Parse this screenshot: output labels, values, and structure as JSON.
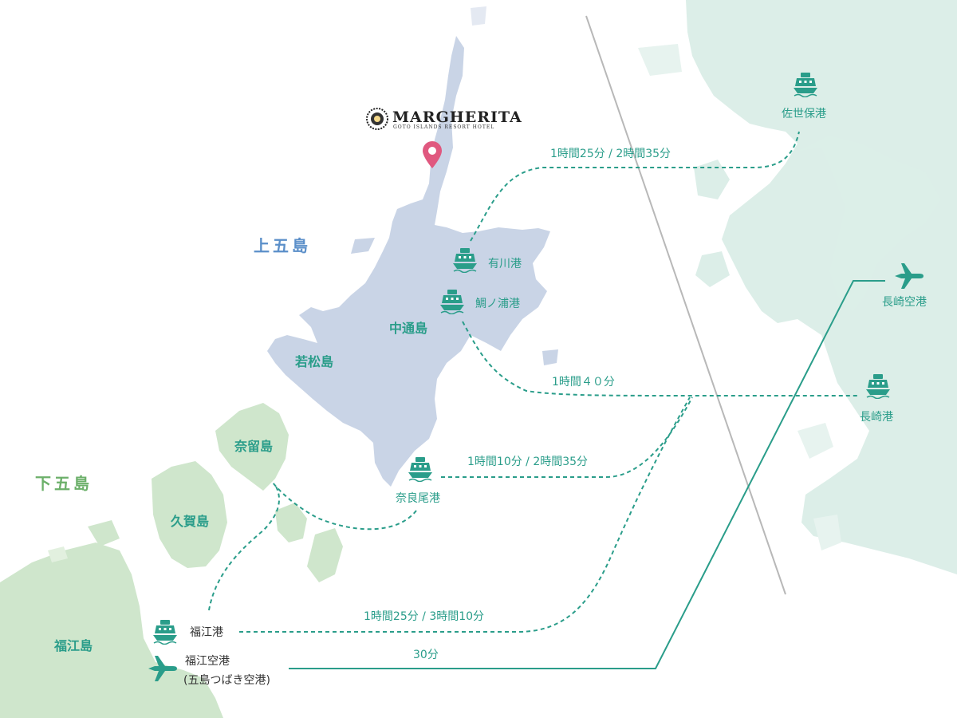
{
  "colors": {
    "accent": "#2a9d8a",
    "route": "#2a9d8a",
    "kamigoto_land": "#c9d4e6",
    "shimogoto_land": "#cfe6cc",
    "nagasaki_land": "#dceee8",
    "pin": "#e0587f",
    "kamigoto_text": "#5b8fc9",
    "shimogoto_text": "#6cb06a",
    "divider": "#b8b8b8"
  },
  "logo": {
    "name": "MARGHERITA",
    "tagline": "GOTO ISLANDS RESORT HOTEL",
    "icon": "sun-emblem-icon"
  },
  "hotel_pin": {
    "icon": "map-pin-icon"
  },
  "regions": {
    "kamigoto": "上五島",
    "shimogoto": "下五島"
  },
  "islands": {
    "nakadori": "中通島",
    "wakamatsu": "若松島",
    "naru": "奈留島",
    "hisaka": "久賀島",
    "fukue": "福江島"
  },
  "ports": {
    "sasebo": {
      "label": "佐世保港",
      "icon": "ship-icon"
    },
    "arikawa": {
      "label": "有川港",
      "icon": "ship-icon"
    },
    "tainoura": {
      "label": "鯛ノ浦港",
      "icon": "ship-icon"
    },
    "nagasaki": {
      "label": "長崎港",
      "icon": "ship-icon"
    },
    "naraо": {
      "label": "奈良尾港",
      "icon": "ship-icon"
    },
    "fukue": {
      "label": "福江港",
      "icon": "ship-icon"
    }
  },
  "airports": {
    "nagasaki": {
      "label": "長崎空港",
      "icon": "airplane-icon"
    },
    "fukue": {
      "label": "福江空港",
      "label2": "(五島つばき空港)",
      "icon": "airplane-icon"
    }
  },
  "routes": {
    "arikawa_sasebo": "1時間25分 / 2時間35分",
    "tainoura_nagasaki": "1時間４０分",
    "naraо_nagasaki": "1時間10分 / 2時間35分",
    "fukue_nagasaki": "1時間25分 / 3時間10分",
    "flight": "30分"
  }
}
